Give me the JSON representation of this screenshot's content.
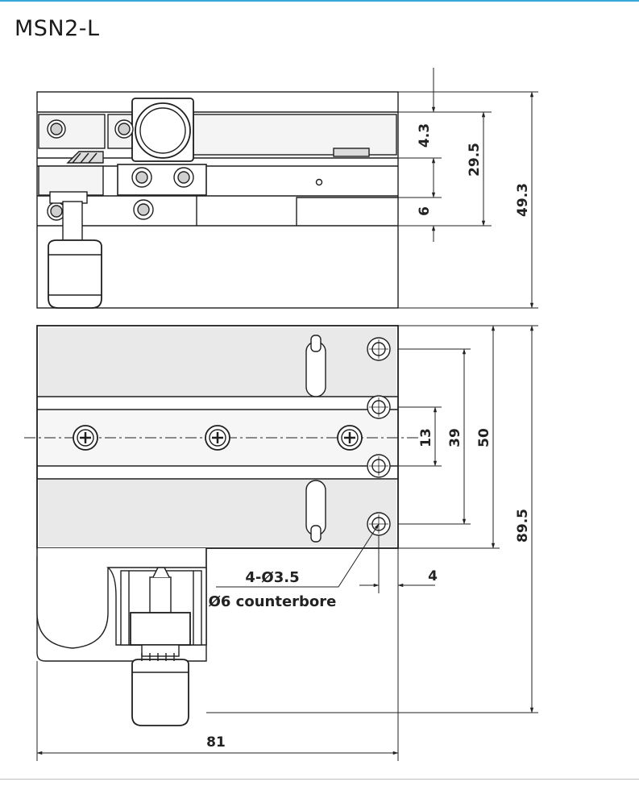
{
  "header": {
    "title": "MSN2-L"
  },
  "colors": {
    "rule": "#3aa7d8",
    "line": "#1f1f1f",
    "fill_gray": "#e6e6e6",
    "bottom_rule": "#bfbfbf"
  },
  "drawing": {
    "dims": {
      "d43": "4.3",
      "d6": "6",
      "d29": "29.5",
      "d49": "49.3",
      "d13": "13",
      "d39": "39",
      "d50": "50",
      "d895": "89.5",
      "d4": "4",
      "d81": "81"
    },
    "hole_note": "4-Ø3.5",
    "counterbore_note": "Ø6 counterbore"
  }
}
